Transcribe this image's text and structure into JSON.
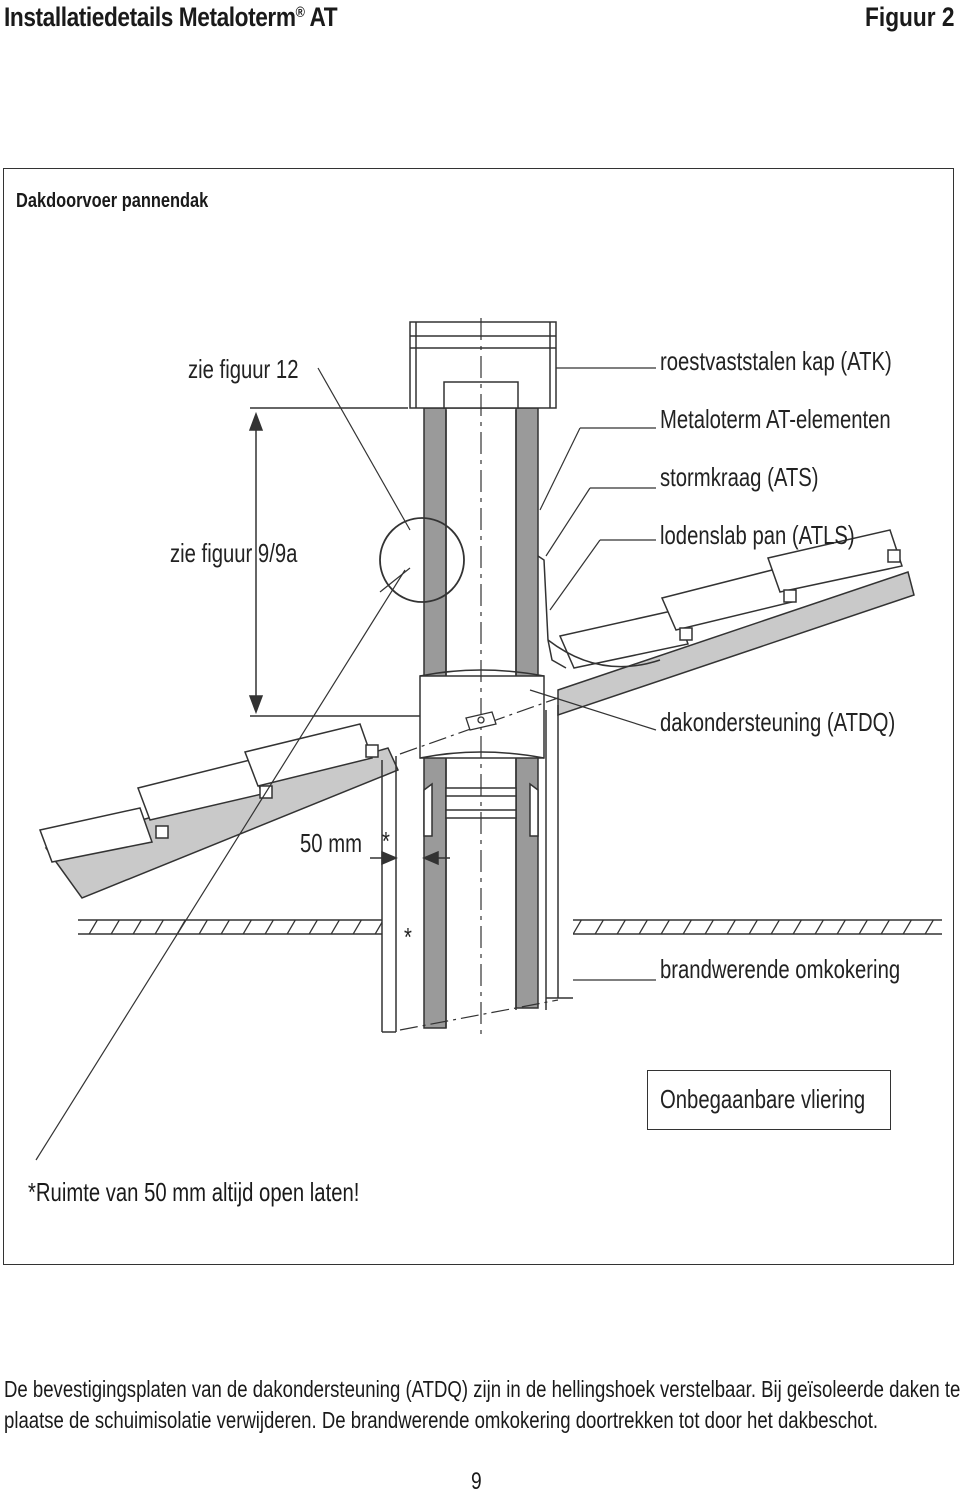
{
  "header": {
    "title": "Installatiedetails Metaloterm",
    "title_mark": "®",
    "title_suffix": " AT",
    "figure": "Figuur 2"
  },
  "figure": {
    "subtitle": "Dakdoorvoer pannendak",
    "labels": {
      "zie_fig12": "zie figuur 12",
      "zie_fig9": "zie figuur 9/9a",
      "kap": "roestvaststalen kap (ATK)",
      "elementen": "Metaloterm AT-elementen",
      "stormkraag": "stormkraag (ATS)",
      "lodenslab": "lodenslab pan (ATLS)",
      "dakondersteuning": "dakondersteuning (ATDQ)",
      "fifty_mm": "50 mm",
      "asterisk": "*",
      "brandwerend": "brandwerende omkokering",
      "vliering": "Onbegaanbare vliering"
    },
    "note": "*Ruimte van 50 mm altijd open laten!"
  },
  "body_text": {
    "line1": "De bevestigingsplaten van de dakondersteuning (ATDQ) zijn in de hellingshoek verstelbaar. Bij geïsoleerde daken ter",
    "line2": "plaatse de schuimisolatie verwijderen. De brandwerende omkokering doortrekken tot door het dakbeschot."
  },
  "page_number": "9"
}
